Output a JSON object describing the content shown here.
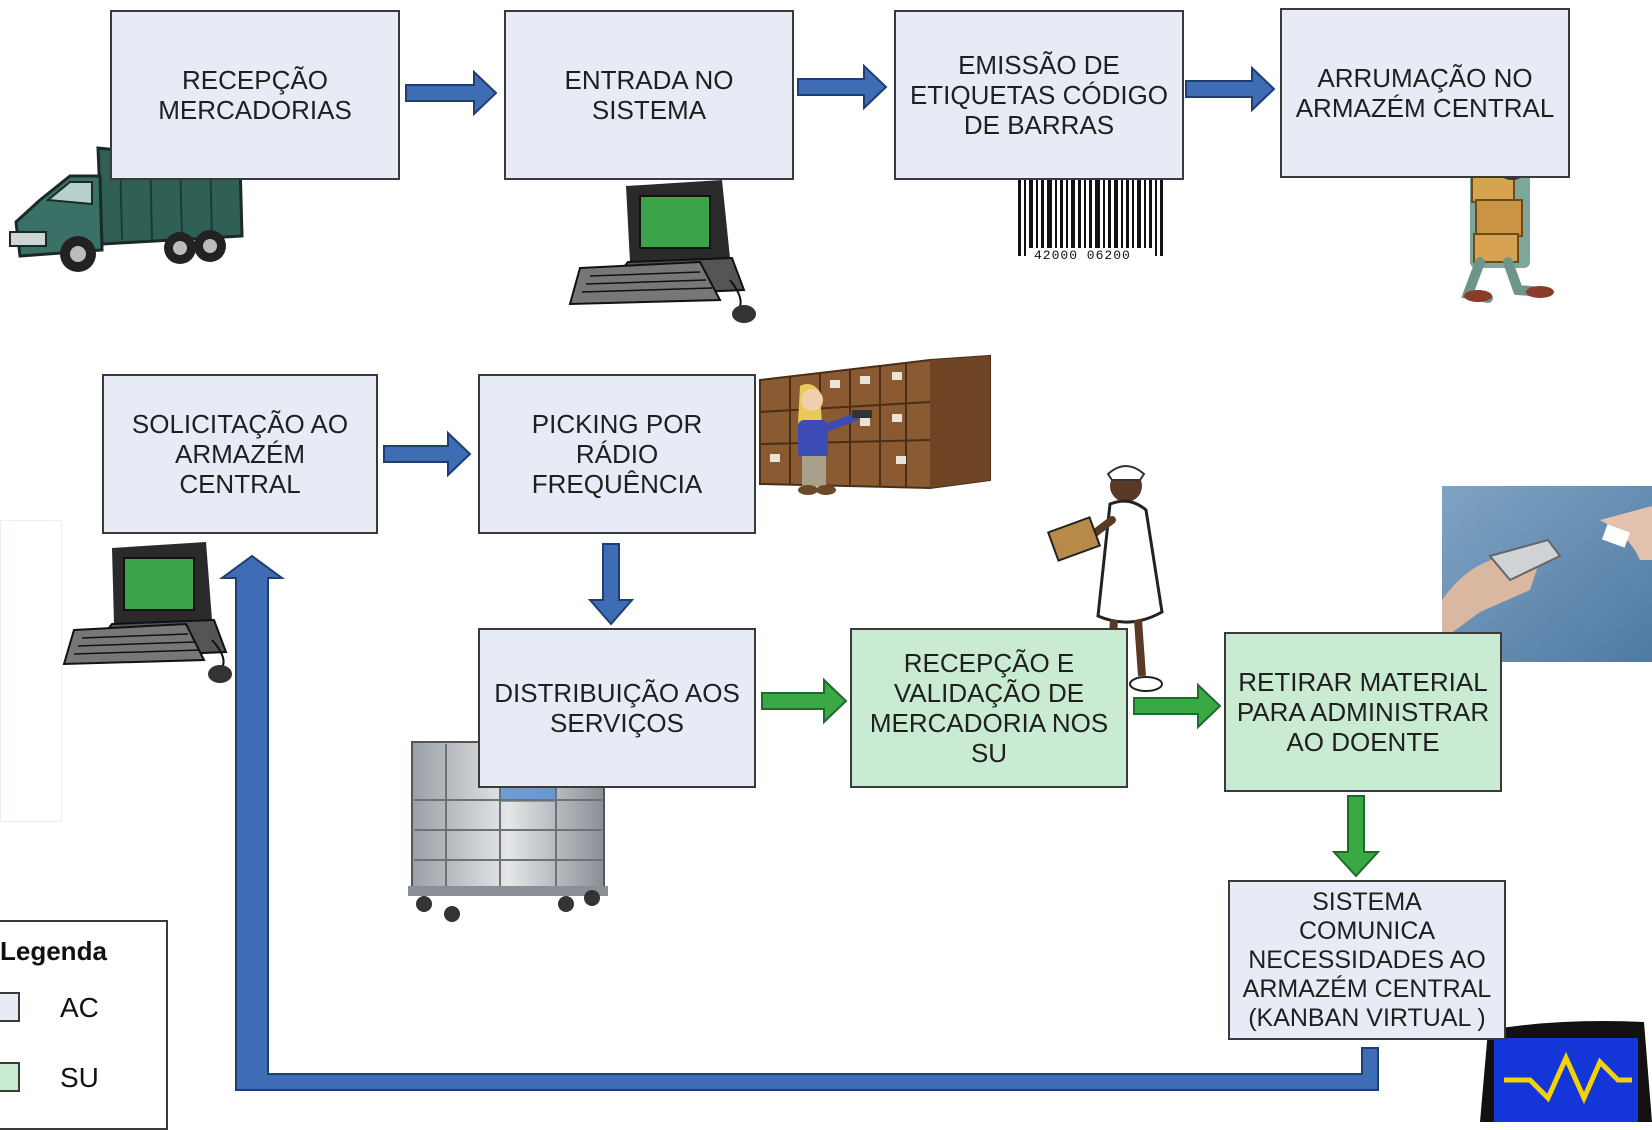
{
  "boxes": {
    "rececao_mercadorias": "RECEPÇÃO\nMERCADORIAS",
    "entrada_sistema": "ENTRADA NO\nSISTEMA",
    "emissao_etiquetas": "EMISSÃO DE\nETIQUETAS CÓDIGO\nDE BARRAS",
    "arrumacao": "ARRUMAÇÃO NO\nARMAZÉM CENTRAL",
    "solicitacao": "SOLICITAÇÃO AO\nARMAZÉM CENTRAL",
    "picking": "PICKING POR RÁDIO\nFREQUÊNCIA",
    "distribuicao": "DISTRIBUIÇÃO AOS\nSERVIÇOS",
    "rececao_validacao": "RECEPÇÃO E\nVALIDAÇÃO DE\nMERCADORIA NOS\nSU",
    "retirar_material": "RETIRAR MATERIAL\nPARA ADMINISTRAR\nAO DOENTE",
    "sistema_comunica": "SISTEMA\nCOMUNICA\nNECESSIDADES AO\nARMAZÉM CENTRAL\n(KANBAN VIRTUAL )"
  },
  "barcode_number": "42000 06200",
  "legend": {
    "title": "Legenda",
    "items": [
      {
        "label": "AC",
        "color": "#e6ebf5"
      },
      {
        "label": "SU",
        "color": "#c8ebd2"
      }
    ]
  },
  "colors": {
    "ac_fill": "#e6ebf5",
    "su_fill": "#c8ebd2",
    "blue_arrow": "#3f6db5",
    "green_arrow": "#3aa845"
  },
  "icons": [
    "truck-icon",
    "computer-icon",
    "barcode-icon",
    "warehouse-worker-icon",
    "shelves-picking-icon",
    "nurse-icon",
    "scanner-photo-icon",
    "cart-icon",
    "monitor-signal-icon"
  ]
}
